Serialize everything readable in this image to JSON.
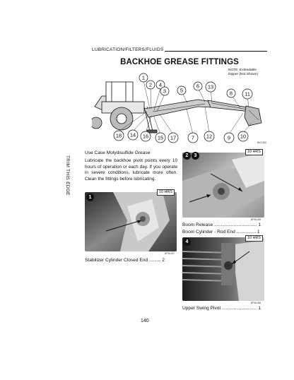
{
  "header": "LUBRICATION/FILTERS/FLUIDS",
  "title": "BACKHOE GREASE FITTINGS",
  "note": [
    "NOTE:  Extendable",
    "Dipper (Not Shown)"
  ],
  "diagram_code": "BM-1300",
  "callouts_top": [
    "1",
    "2",
    "4",
    "3",
    "5",
    "6",
    "13",
    "8",
    "11"
  ],
  "callouts_bottom": [
    "18",
    "14",
    "16",
    "15",
    "17",
    "7",
    "12",
    "9",
    "10"
  ],
  "side_text": "TRIM THIS EDGE",
  "lube_heading": "Use Case Molydisulfide Grease",
  "lube_paragraph": "Lubricate the backhoe pivot points every 10 hours of operation or each day. If you operate in severe conditions, lubricate more often. Clean the fittings before lubricating.",
  "photo1": {
    "badge": "1",
    "hours": "10 HRS",
    "code": "BF96-057",
    "caption": "Stabilizer Cylinder Closed End ......... 2"
  },
  "photo23": {
    "badges": [
      "2",
      "3"
    ],
    "hours": "10 HRS",
    "code": "BF96-059",
    "captions": [
      "Boom Release ................................. 1",
      "Boom Cylinder - Rod End ............... 1"
    ]
  },
  "photo4": {
    "badge": "4",
    "hours": "10 HRS",
    "code": "BF96-058",
    "caption": "Upper Swing Pivot ........................... 1"
  },
  "page_number": "140"
}
